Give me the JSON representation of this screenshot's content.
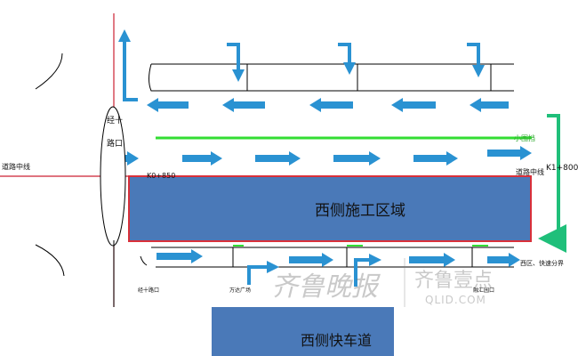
{
  "labels": {
    "road_center_left": "道路中线",
    "intersection": "经十路口",
    "road_center_right": "道路中线",
    "stake": "K1+800",
    "stake_left": "K0+850",
    "green_line": "小围挡",
    "construction_zone": "西侧施工区域",
    "fast_lane": "西侧快车道",
    "bottom_1": "经十路口",
    "bottom_2": "万达广场",
    "bottom_3": "融汇园口",
    "bottom_4": "西区、快速分界",
    "watermark_cn": "齐鲁晚报",
    "watermark_cn2": "齐鲁壹点",
    "watermark_en": "QLID.COM"
  },
  "colors": {
    "arrow": "#2a92d2",
    "construction_fill": "#4a79b8",
    "construction_border": "#d9303a",
    "green_line": "#33dd33",
    "teal_arrow": "#1fbf7a",
    "road_line": "#000000",
    "red_line": "#cc2233"
  }
}
